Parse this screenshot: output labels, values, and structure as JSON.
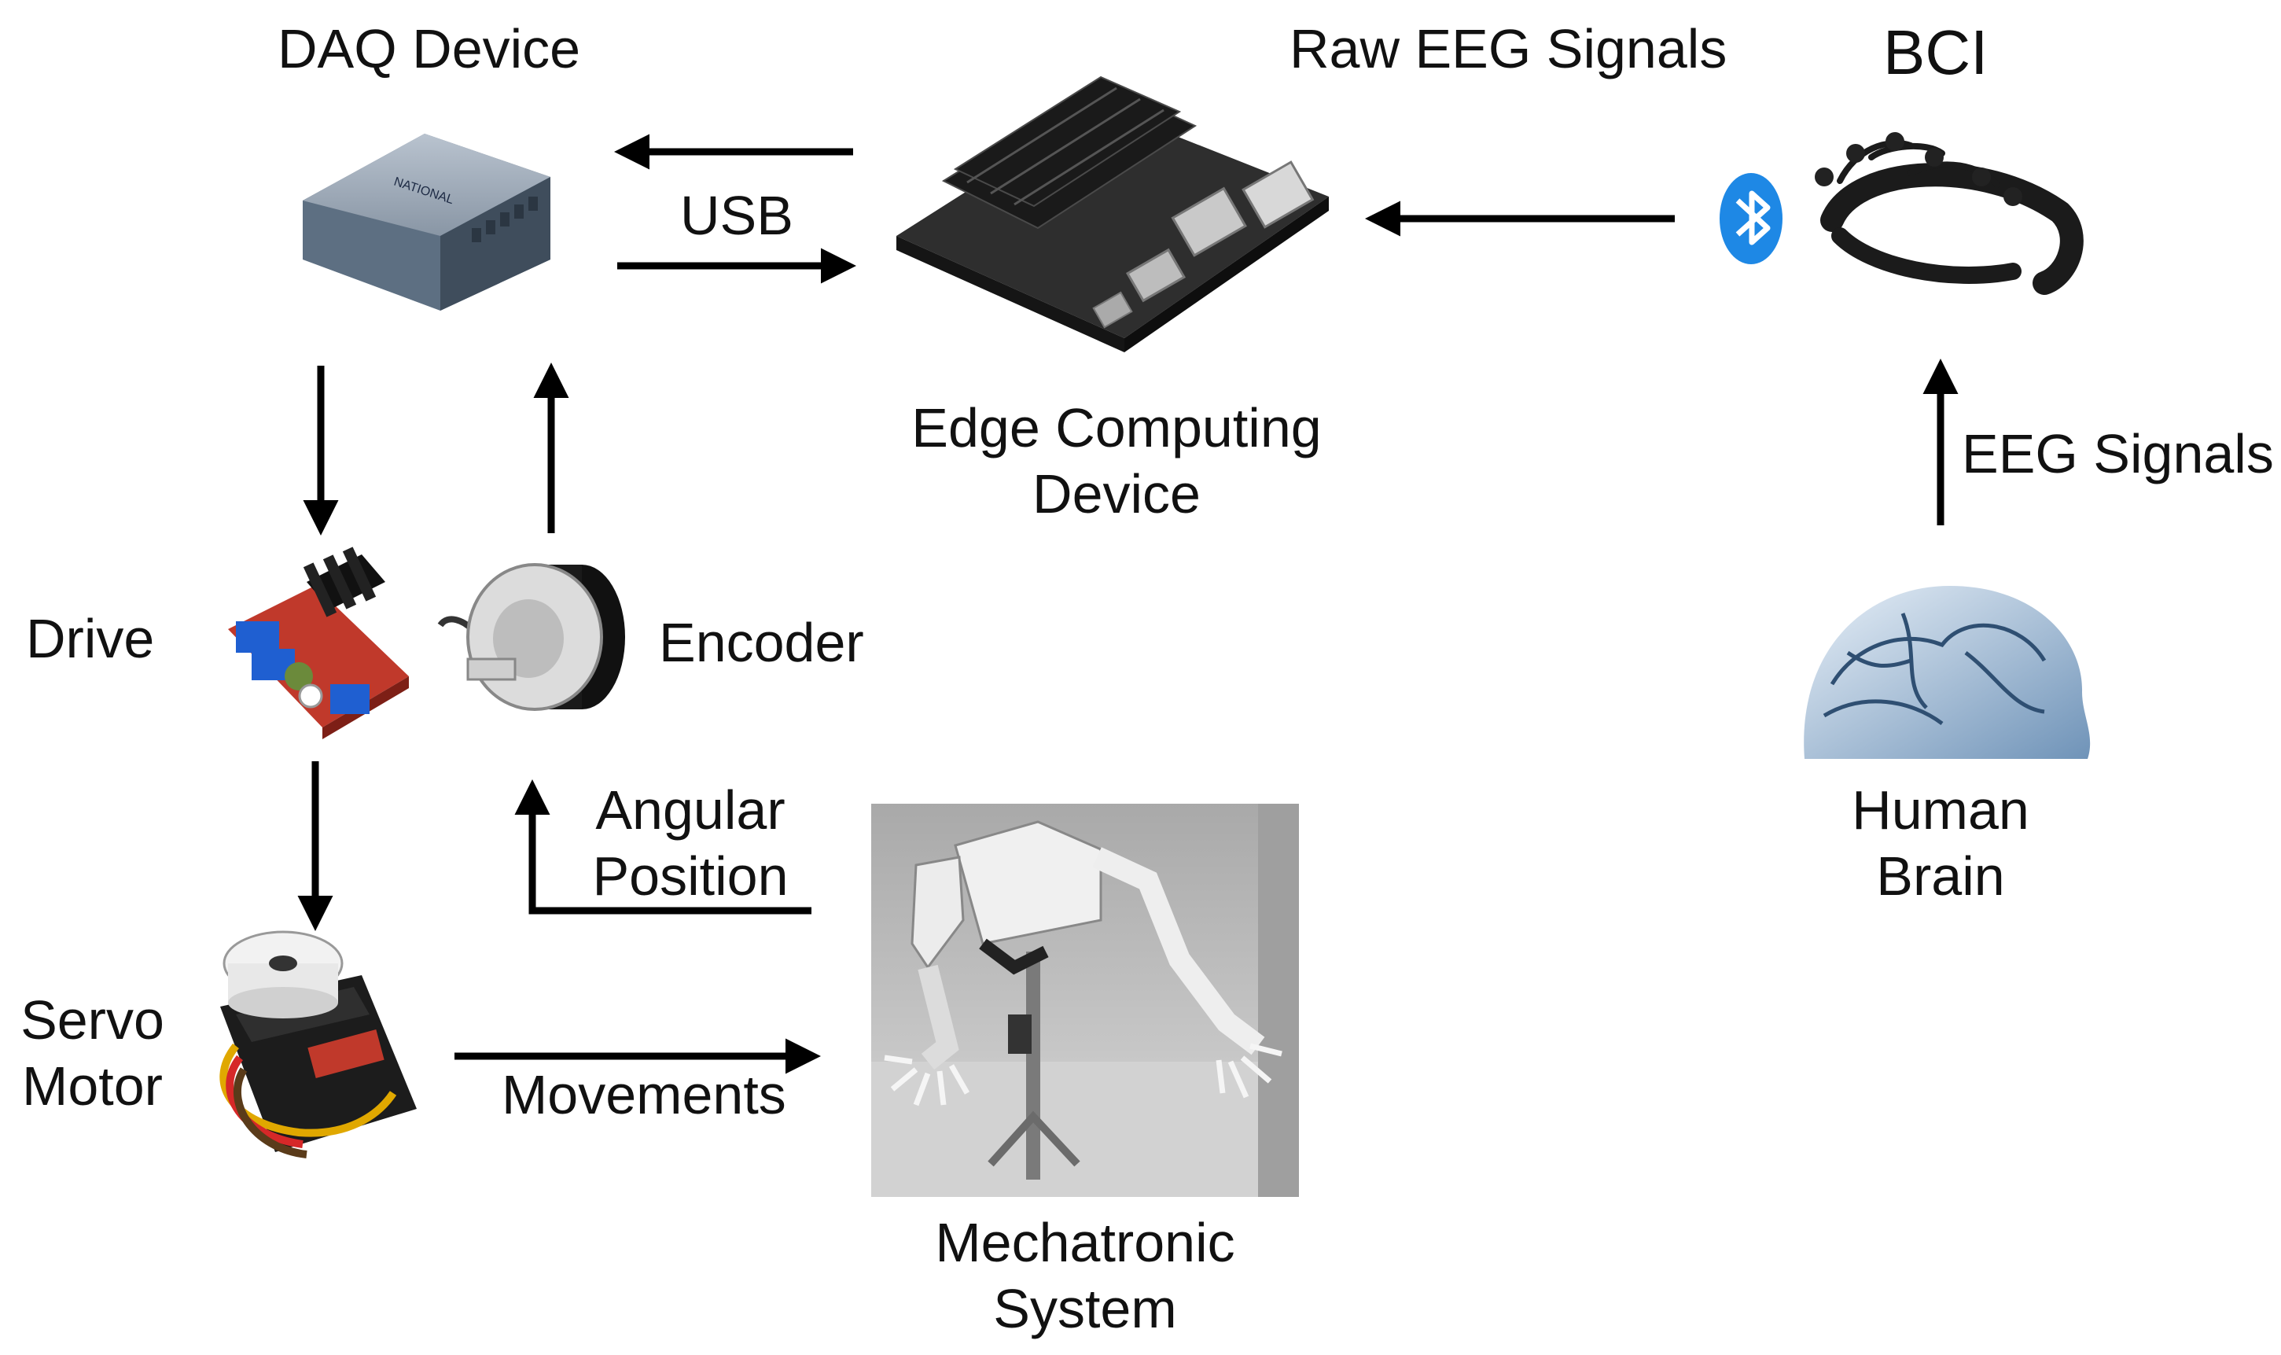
{
  "labels": {
    "daq_device": "DAQ Device",
    "usb": "USB",
    "raw_eeg": "Raw EEG Signals",
    "bci": "BCI",
    "edge_line1": "Edge Computing",
    "edge_line2": "Device",
    "eeg_signals": "EEG Signals",
    "drive": "Drive",
    "encoder": "Encoder",
    "angular_line1": "Angular",
    "angular_line2": "Position",
    "human_line1": "Human",
    "human_line2": "Brain",
    "servo_line1": "Servo",
    "servo_line2": "Motor",
    "movements": "Movements",
    "mech_line1": "Mechatronic",
    "mech_line2": "System"
  },
  "colors": {
    "arrow": "#000000",
    "daq_top": "#9aa6b4",
    "daq_side": "#5a6b7c",
    "board": "#2a2a2a",
    "bluetooth": "#1e88e5",
    "drive_board": "#c0392b",
    "terminal": "#1f5fd1",
    "brain": "#8fb0cf",
    "servo_body": "#1c1c1c",
    "photo_bg": "#bfbfbf"
  }
}
